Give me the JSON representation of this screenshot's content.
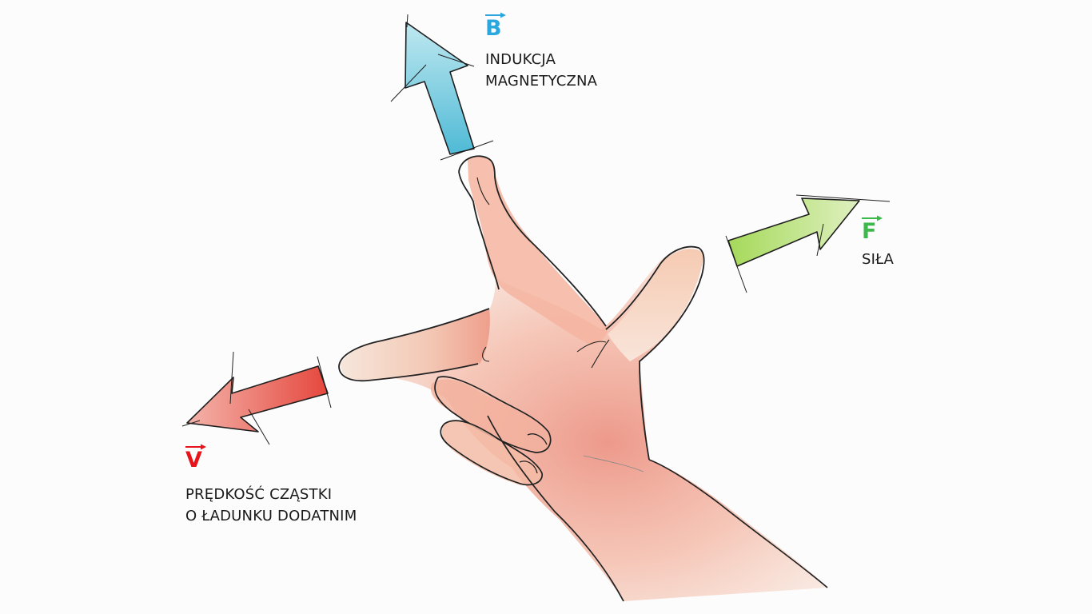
{
  "labels": {
    "magnetic_induction": {
      "symbol": "B",
      "text_lines": [
        "INDUKCJA",
        "MAGNETYCZNA"
      ],
      "color": "#2aa7df"
    },
    "force": {
      "symbol": "F",
      "text_lines": [
        "SIŁA"
      ],
      "color": "#3db84a"
    },
    "velocity": {
      "symbol": "V",
      "text_lines": [
        "PRĘDKOŚĆ CZĄSTKI",
        "O ŁADUNKU DODATNIM"
      ],
      "color": "#e8141c"
    }
  },
  "arrows": {
    "magnetic_induction_arrow": {
      "fill": "#7fd1e4",
      "direction": "up"
    },
    "force_arrow": {
      "fill": "#b6df6f",
      "direction": "right"
    },
    "velocity_arrow": {
      "fill": "#ec6e62",
      "direction": "left"
    }
  },
  "hand": {
    "skin_color": "#f2c4ad",
    "shade_color": "#e8907a",
    "outline_color": "#222222"
  }
}
